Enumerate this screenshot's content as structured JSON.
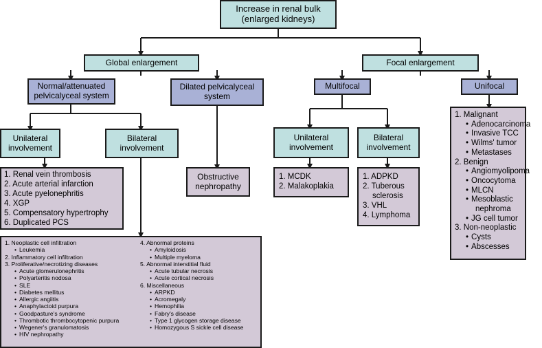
{
  "root": {
    "line1": "Increase in renal bulk",
    "line2": "(enlarged kidneys)"
  },
  "global": "Global enlargement",
  "focal": "Focal enlargement",
  "normal": {
    "line1": "Normal/attenuated",
    "line2": "pelvicalyceal system"
  },
  "dilated": {
    "line1": "Dilated pelvicalyceal",
    "line2": "system"
  },
  "multifocal": "Multifocal",
  "unifocal": "Unifocal",
  "uni_left": {
    "line1": "Unilateral",
    "line2": "involvement"
  },
  "bil_left": {
    "line1": "Bilateral",
    "line2": "involvement"
  },
  "uni_mid": {
    "line1": "Unilateral",
    "line2": "involvement"
  },
  "bil_mid": {
    "line1": "Bilateral",
    "line2": "involvement"
  },
  "obstructive": {
    "line1": "Obstructive",
    "line2": "nephropathy"
  },
  "unilateral_list": [
    "1. Renal vein thrombosis",
    "2. Acute arterial infarction",
    "3. Acute pyelonephritis",
    "4. XGP",
    "5. Compensatory hypertrophy",
    "6. Duplicated PCS"
  ],
  "multi_uni_list": [
    "1. MCDK",
    "2. Malakoplakia"
  ],
  "multi_bil_list": [
    "1. ADPKD",
    "2. Tuberous",
    "sclerosis",
    "3. VHL",
    "4. Lymphoma"
  ],
  "unifocal_list": [
    {
      "text": "1. Malignant",
      "level": 0
    },
    {
      "text": "Adenocarcinoma",
      "level": 1
    },
    {
      "text": "Invasive TCC",
      "level": 1
    },
    {
      "text": "Wilms' tumor",
      "level": 1
    },
    {
      "text": "Metastases",
      "level": 1
    },
    {
      "text": "2. Benign",
      "level": 0
    },
    {
      "text": "Angiomyolipoma",
      "level": 1
    },
    {
      "text": "Oncocytoma",
      "level": 1
    },
    {
      "text": "MLCN",
      "level": 1
    },
    {
      "text": "Mesoblastic",
      "level": 1
    },
    {
      "text": "nephroma",
      "level": 2
    },
    {
      "text": "JG cell tumor",
      "level": 1
    },
    {
      "text": "3. Non-neoplastic",
      "level": 0
    },
    {
      "text": "Cysts",
      "level": 1
    },
    {
      "text": "Abscesses",
      "level": 1
    }
  ],
  "bilateral_col1": [
    {
      "text": "1. Neoplastic cell infiltration",
      "level": 0
    },
    {
      "text": "Leukemia",
      "level": 1
    },
    {
      "text": "2. Inflammatory cell infiltration",
      "level": 0
    },
    {
      "text": "3. Proliferative/necrotizing diseases",
      "level": 0
    },
    {
      "text": "Acute glomerulonephritis",
      "level": 1
    },
    {
      "text": "Polyarteritis nodosa",
      "level": 1
    },
    {
      "text": "SLE",
      "level": 1
    },
    {
      "text": "Diabetes mellitus",
      "level": 1
    },
    {
      "text": "Allergic angiitis",
      "level": 1
    },
    {
      "text": "Anaphylactoid purpura",
      "level": 1
    },
    {
      "text": "Goodpasture's syndrome",
      "level": 1
    },
    {
      "text": "Thrombotic thrombocytopenic purpura",
      "level": 1
    },
    {
      "text": "Wegener's granulomatosis",
      "level": 1
    },
    {
      "text": "HIV nephropathy",
      "level": 1
    }
  ],
  "bilateral_col2": [
    {
      "text": "4. Abnormal proteins",
      "level": 0
    },
    {
      "text": "Amyloidosis",
      "level": 1
    },
    {
      "text": "Multiple myeloma",
      "level": 1
    },
    {
      "text": "5. Abnormal interstitial fluid",
      "level": 0
    },
    {
      "text": "Acute tubular necrosis",
      "level": 1
    },
    {
      "text": "Acute cortical necrosis",
      "level": 1
    },
    {
      "text": "6. Miscellaneous",
      "level": 0
    },
    {
      "text": "ARPKD",
      "level": 1
    },
    {
      "text": "Acromegaly",
      "level": 1
    },
    {
      "text": "Hemophilia",
      "level": 1
    },
    {
      "text": "Fabry's disease",
      "level": 1
    },
    {
      "text": "Type 1 glycogen storage disease",
      "level": 1
    },
    {
      "text": "Homozygous S sickle cell disease",
      "level": 1
    }
  ]
}
